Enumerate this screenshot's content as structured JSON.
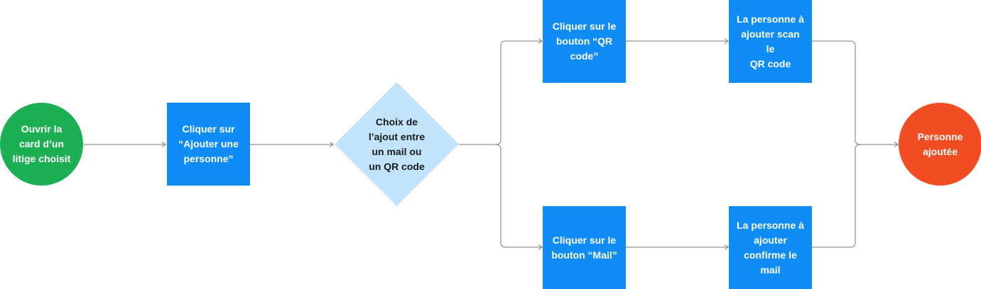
{
  "colors": {
    "start": "#1DAF53",
    "process": "#0F8CF5",
    "decision": "#C2E3FC",
    "end": "#F24D22",
    "connector": "#7A7A7A",
    "dark_text": "#1A1A1A",
    "light_text": "#FFFFFF"
  },
  "nodes": {
    "start": {
      "label": "Ouvrir la\ncard d’un\nlitige choisit"
    },
    "add_person": {
      "label": "Cliquer sur\n“Ajouter une\npersonne”"
    },
    "choice": {
      "label": "Choix de\nl’ajout entre\nun mail ou\nun QR code"
    },
    "qr_button": {
      "label": "Cliquer sur le\nbouton “QR\ncode”"
    },
    "qr_scan": {
      "label": "La personne à\najouter scan le\nQR code"
    },
    "mail_button": {
      "label": "Cliquer sur le\nbouton “Mail”"
    },
    "mail_confirm": {
      "label": "La personne à\najouter\nconfirme le\nmail"
    },
    "end": {
      "label": "Personne\najoutée"
    }
  },
  "edges": [
    {
      "from": "start",
      "to": "add_person"
    },
    {
      "from": "add_person",
      "to": "choice"
    },
    {
      "from": "choice",
      "to": "qr_button"
    },
    {
      "from": "choice",
      "to": "mail_button"
    },
    {
      "from": "qr_button",
      "to": "qr_scan"
    },
    {
      "from": "mail_button",
      "to": "mail_confirm"
    },
    {
      "from": "qr_scan",
      "to": "end"
    },
    {
      "from": "mail_confirm",
      "to": "end"
    }
  ]
}
